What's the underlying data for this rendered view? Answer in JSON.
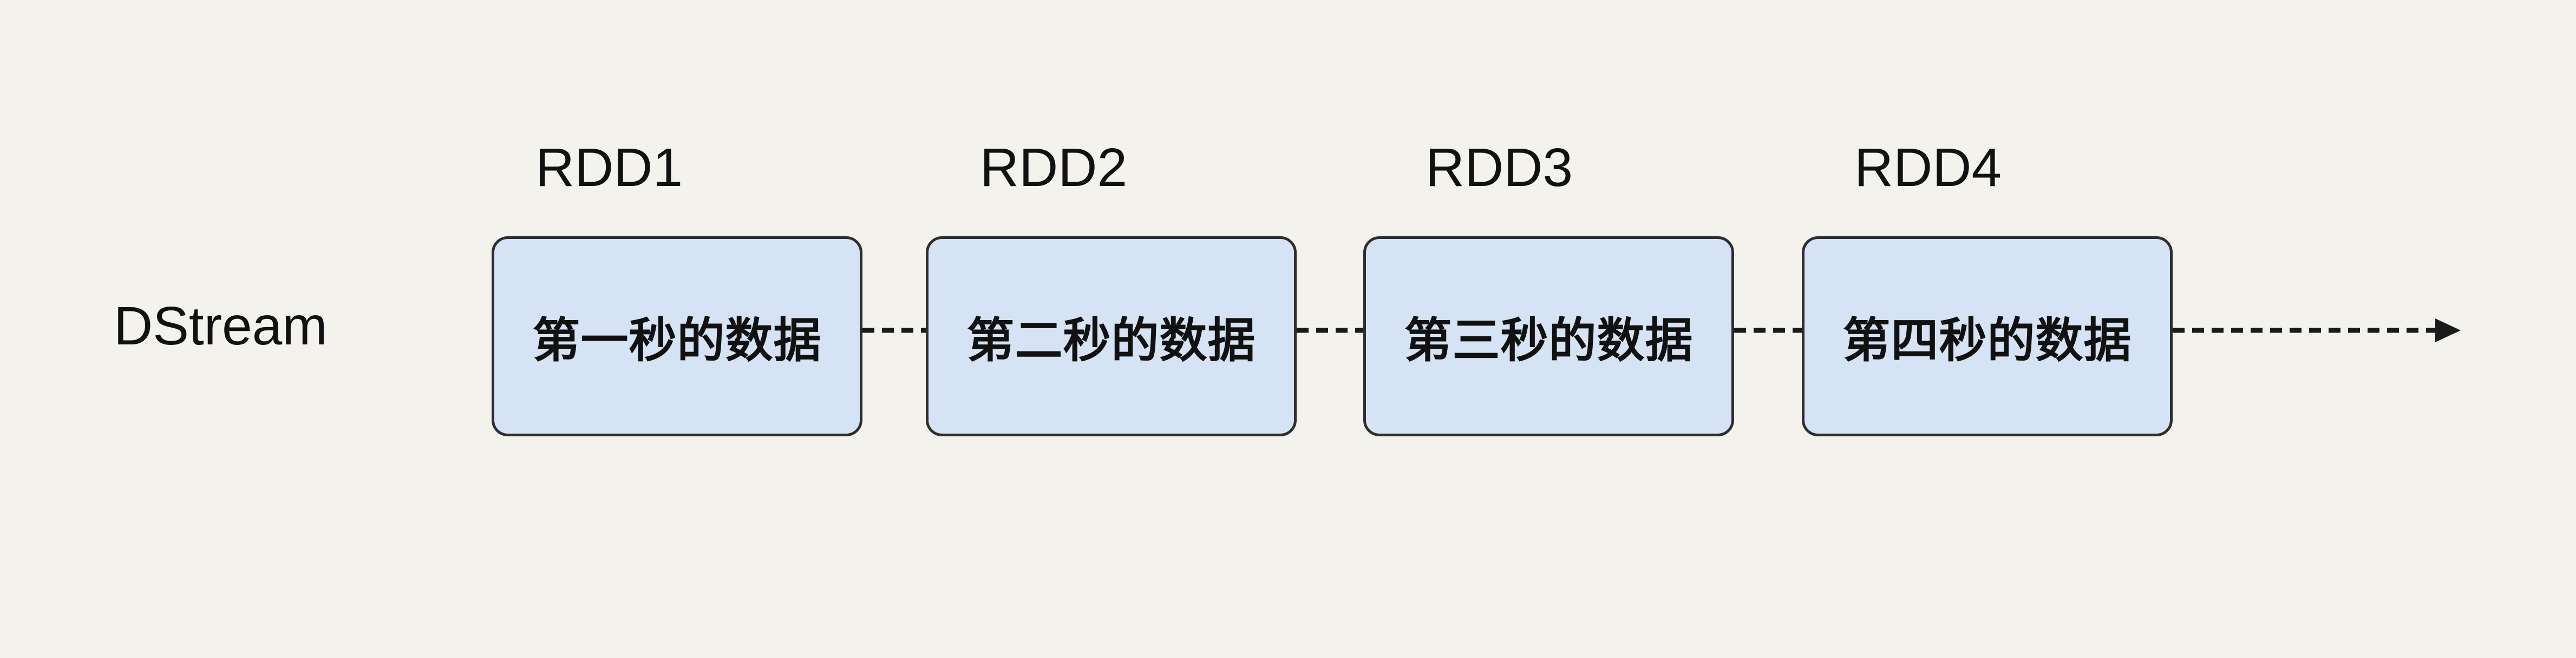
{
  "diagram": {
    "stream_label": "DStream",
    "nodes": [
      {
        "label": "RDD1",
        "text": "第一秒的数据"
      },
      {
        "label": "RDD2",
        "text": "第二秒的数据"
      },
      {
        "label": "RDD3",
        "text": "第三秒的数据"
      },
      {
        "label": "RDD4",
        "text": "第四秒的数据"
      }
    ],
    "colors": {
      "background": "#f4f2ed",
      "box_fill": "#d5e3f4",
      "box_border": "#2e2e2e",
      "text": "#111111",
      "arrow": "#1a1a1a"
    }
  }
}
